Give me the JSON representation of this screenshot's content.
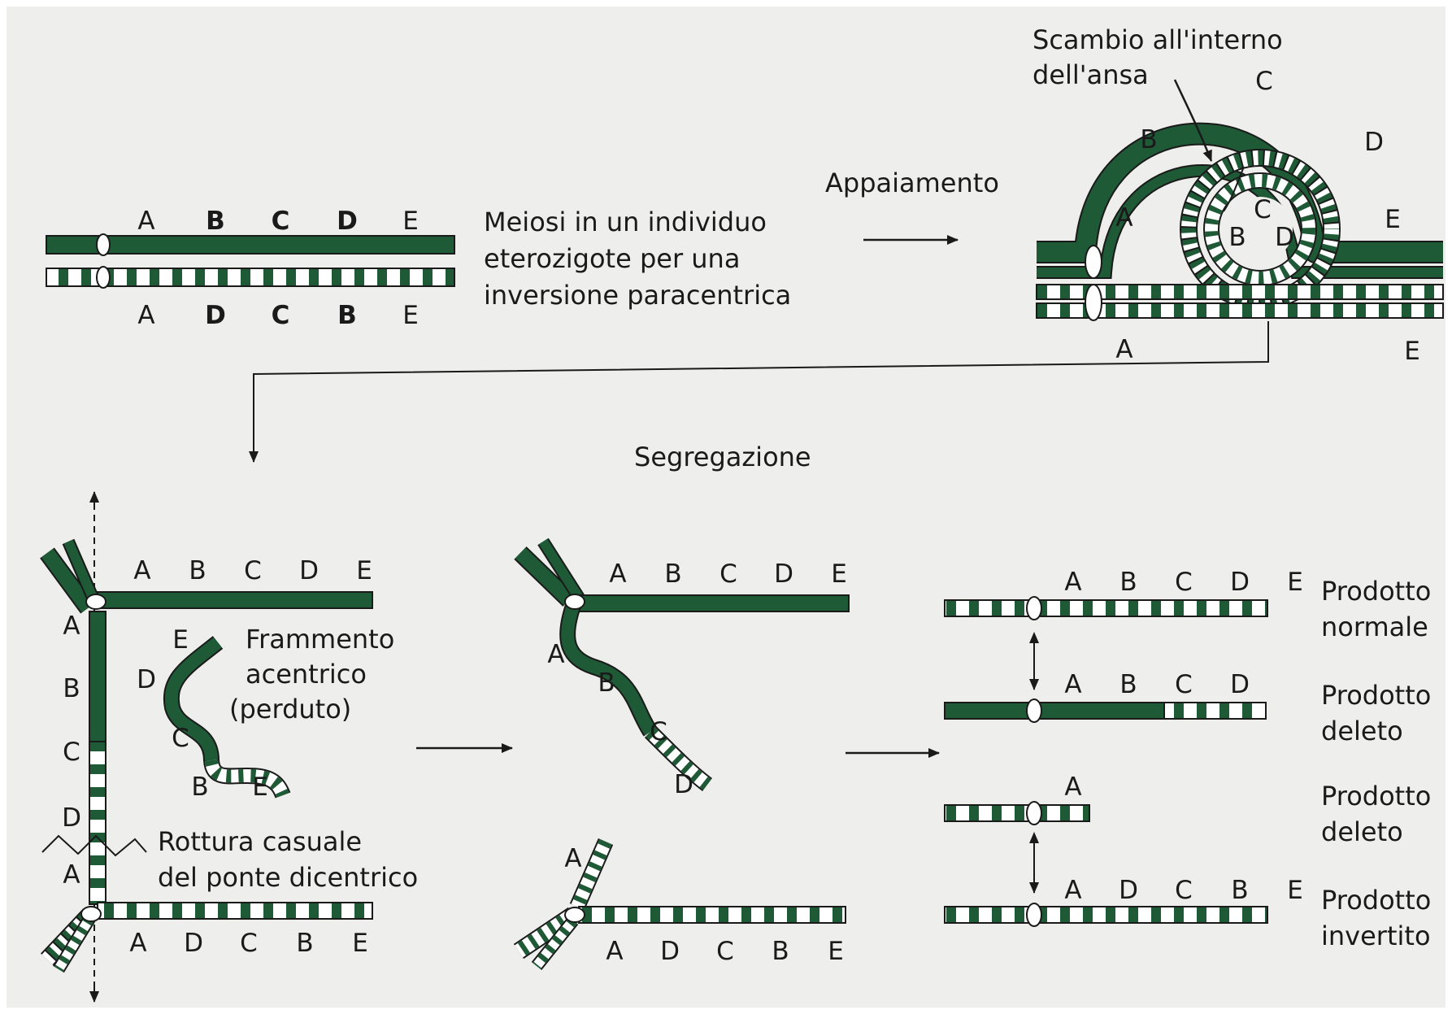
{
  "colors": {
    "chromatid": "#1e5a35",
    "segment": "#ffffff",
    "outline": "#1a1a1a",
    "paper": "#eeeeec"
  },
  "top_left": {
    "caption": [
      "Meiosi in un individuo",
      "eterozigote per una",
      "inversione paracentrica"
    ],
    "normal_labels": [
      "A",
      "B",
      "C",
      "D",
      "E"
    ],
    "inverted_labels": [
      "A",
      "D",
      "C",
      "B",
      "E"
    ]
  },
  "pairing": {
    "arrow_label": "Appaiamento",
    "exchange_label": [
      "Scambio all'interno",
      "dell'ansa"
    ],
    "outer_labels": {
      "A": "A",
      "B": "B",
      "C": "C",
      "D": "D",
      "E": "E"
    },
    "inner_labels": {
      "B": "B",
      "C": "C",
      "D": "D"
    },
    "bottom_labels": {
      "A": "A",
      "E": "E"
    }
  },
  "segregation": {
    "label": "Segregazione",
    "bridge_top_labels": [
      "A",
      "B",
      "C",
      "D",
      "E"
    ],
    "bridge_vertical_labels": [
      "A",
      "B",
      "C",
      "D",
      "A"
    ],
    "bridge_bottom_labels": [
      "A",
      "D",
      "C",
      "B",
      "E"
    ],
    "fragment_labels": {
      "E1": "E",
      "D": "D",
      "C": "C",
      "B": "B",
      "E2": "E"
    },
    "fragment_caption": [
      "Frammento",
      "acentrico",
      "(perduto)"
    ],
    "break_caption": [
      "Rottura casuale",
      "del ponte dicentrico"
    ]
  },
  "middle": {
    "top_labels": [
      "A",
      "B",
      "C",
      "D",
      "E"
    ],
    "wavy_labels": [
      "A",
      "B",
      "C",
      "D"
    ],
    "bottom_top_label": "A",
    "bottom_labels": [
      "A",
      "D",
      "C",
      "B",
      "E"
    ]
  },
  "products": [
    {
      "labels": [
        "A",
        "B",
        "C",
        "D",
        "E"
      ],
      "name": [
        "Prodotto",
        "normale"
      ]
    },
    {
      "labels": [
        "A",
        "B",
        "C",
        "D"
      ],
      "name": [
        "Prodotto",
        "deleto"
      ]
    },
    {
      "labels": [
        "A"
      ],
      "name": [
        "Prodotto",
        "deleto"
      ]
    },
    {
      "labels": [
        "A",
        "D",
        "C",
        "B",
        "E"
      ],
      "name": [
        "Prodotto",
        "invertito"
      ]
    }
  ]
}
